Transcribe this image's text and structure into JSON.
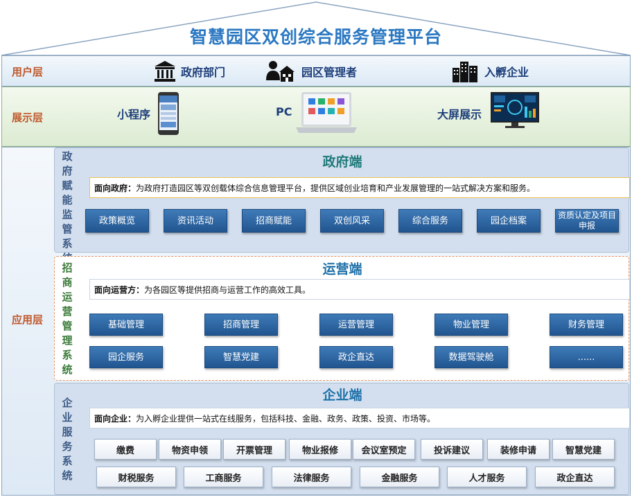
{
  "title": "智慧园区双创综合服务管理平台",
  "layers": {
    "user": {
      "label": "用户层",
      "roles": [
        {
          "icon": "government-building-icon",
          "label": "政府部门"
        },
        {
          "icon": "park-manager-icon",
          "label": "园区管理者"
        },
        {
          "icon": "enterprise-buildings-icon",
          "label": "入孵企业"
        }
      ]
    },
    "display": {
      "label": "展示层",
      "items": [
        {
          "icon": "mobile-phone-icon",
          "label": "小程序"
        },
        {
          "icon": "laptop-icon",
          "label": "PC"
        },
        {
          "icon": "big-screen-monitor-icon",
          "label": "大屏展示"
        }
      ]
    },
    "app": {
      "label": "应用层"
    }
  },
  "gov": {
    "side_label": [
      "政",
      "府",
      "赋",
      "能",
      "监",
      "管",
      "系",
      "统"
    ],
    "title": "政府端",
    "desc_label": "面向政府：",
    "desc_text": "为政府打造园区等双创载体综合信息管理平台，提供区域创业培育和产业发展管理的一站式解决方案和服务。",
    "buttons": [
      "政策概览",
      "资讯活动",
      "招商赋能",
      "双创风采",
      "综合服务",
      "园企档案",
      "资质认定及项目申报"
    ]
  },
  "ops": {
    "side_label": [
      "招",
      "商",
      "运",
      "营",
      "管",
      "理",
      "系",
      "统"
    ],
    "title": "运营端",
    "desc_label": "面向运营方：",
    "desc_text": "为各园区等提供招商与运营工作的高效工具。",
    "row1": [
      "基础管理",
      "招商管理",
      "运营管理",
      "物业管理",
      "财务管理"
    ],
    "row2": [
      "园企服务",
      "智慧党建",
      "政企直达",
      "数据驾驶舱",
      "......"
    ]
  },
  "ent": {
    "side_label": [
      "企",
      "业",
      "服",
      "务",
      "系",
      "统"
    ],
    "title": "企业端",
    "desc_label": "面向企业：",
    "desc_text": "为入孵企业提供一站式在线服务，包括科技、金融、政务、政策、投资、市场等。",
    "row1": [
      "缴费",
      "物资申领",
      "开票管理",
      "物业报修",
      "会议室预定",
      "投诉建议",
      "装修申请",
      "智慧党建"
    ],
    "row2": [
      "财税服务",
      "工商服务",
      "法律服务",
      "金融服务",
      "人才服务",
      "政企直达"
    ]
  },
  "colors": {
    "title": "#2b78c2",
    "layer_label": "#c0582b",
    "panel_title": "#1f7a7a",
    "button_blue": "#2e6aa6",
    "ops_border": "#e8925f"
  }
}
